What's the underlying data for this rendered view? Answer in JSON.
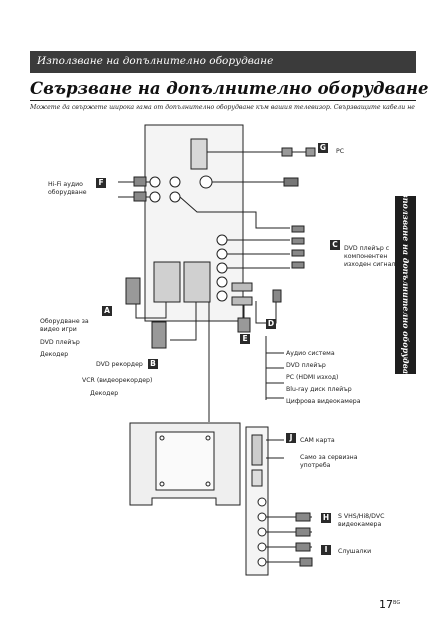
{
  "header": {
    "section_title": "Използване на допълнително оборудване"
  },
  "page_title": "Свързване на допълнително оборудване",
  "intro": "Можете да свържете широка гама от допълнително оборудване към вашия телевизор. Свързващите кабели не са приложени.",
  "side_tab": "Използване на допълнително оборудване",
  "labels": {
    "G": "G",
    "F": "F",
    "C": "C",
    "A": "A",
    "D": "D",
    "B": "B",
    "E": "E",
    "J": "J",
    "H": "H",
    "I": "I"
  },
  "devices": {
    "pc": "PC",
    "hifi_line1": "Hi-Fi аудио",
    "hifi_line2": "оборудване",
    "dvd_component_line1": "DVD плейър с",
    "dvd_component_line2": "компонентен",
    "dvd_component_line3": "изходен сигнал",
    "a_line1": "Оборудване за",
    "a_line2": "видео игри",
    "a_line3": "DVD плейър",
    "a_line4": "Декодер",
    "b_line1": "DVD рекордер",
    "b_line2": "VCR (видеорекордер)",
    "b_line3": "Декодер",
    "e_line1": "Аудио система",
    "e_line2": "DVD плейър",
    "e_line3": "PC (HDMI изход)",
    "e_line4": "Blu-ray диск плейър",
    "e_line5": "Цифрова видеокамера",
    "j_line1": "CAM карта",
    "j_line2": "Само за сервизна",
    "j_line3": "употреба",
    "h_line1": "S VHS/Hi8/DVC",
    "h_line2": "видеокамера",
    "i_line1": "Слушалки"
  },
  "page": {
    "number": "17",
    "lang": "BG"
  }
}
